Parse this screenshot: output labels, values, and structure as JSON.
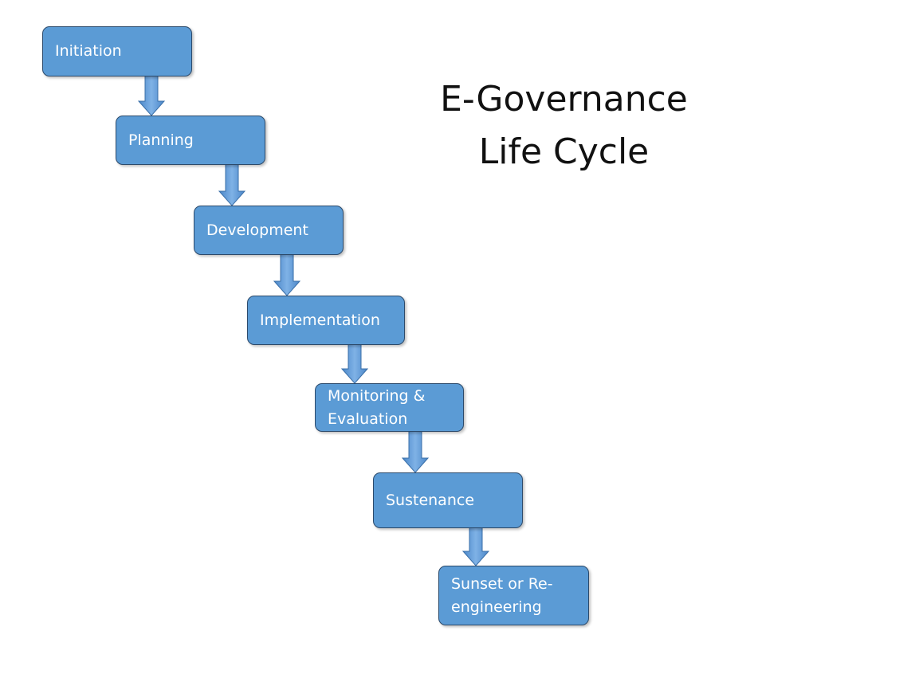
{
  "title": {
    "line1": "E-Governance",
    "line2": "Life Cycle"
  },
  "colors": {
    "box_fill": "#5b9bd5",
    "box_border": "#2c4a6b",
    "arrow_fill": "#5b9bd5",
    "text": "#ffffff"
  },
  "stages": [
    {
      "label": "Initiation"
    },
    {
      "label": "Planning"
    },
    {
      "label": "Development"
    },
    {
      "label": "Implementation"
    },
    {
      "label": "Monitoring & Evaluation"
    },
    {
      "label": "Sustenance"
    },
    {
      "label": "Sunset or Re-engineering"
    }
  ]
}
